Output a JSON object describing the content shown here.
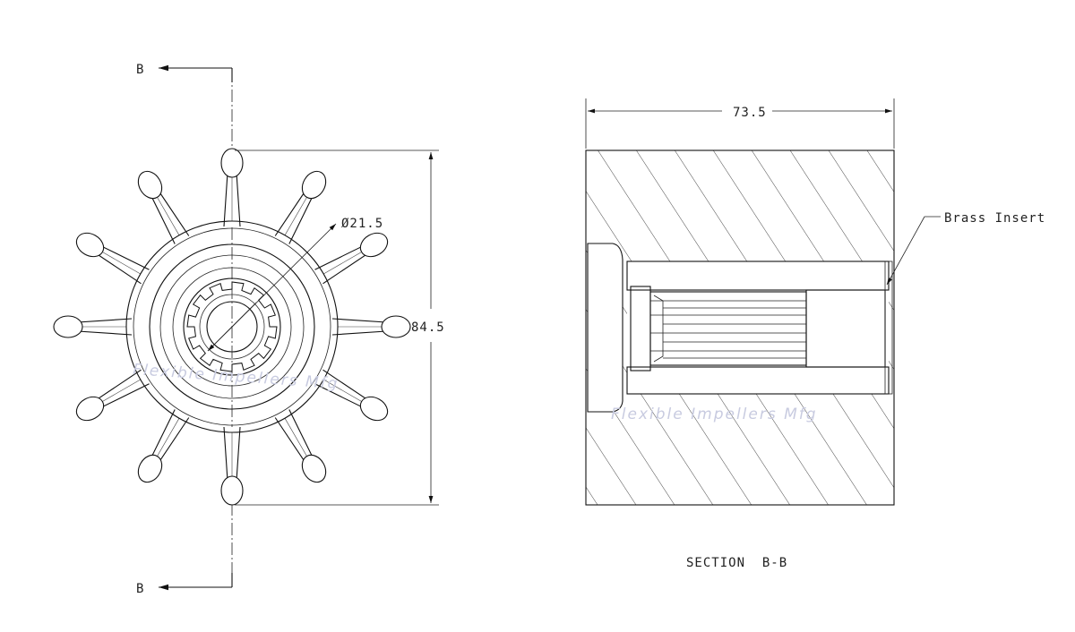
{
  "left_view": {
    "section_marker_top": "B",
    "section_marker_bottom": "B",
    "hub_diameter_label": "Ø21.5",
    "height_label": "84.5",
    "vane_count": 12
  },
  "right_view": {
    "width_label": "73.5",
    "insert_callout": "Brass Insert",
    "section_title": "SECTION  B-B"
  },
  "watermark": {
    "left": "Flexible Impellers Mfg",
    "right": "Flexible Impellers Mfg"
  }
}
